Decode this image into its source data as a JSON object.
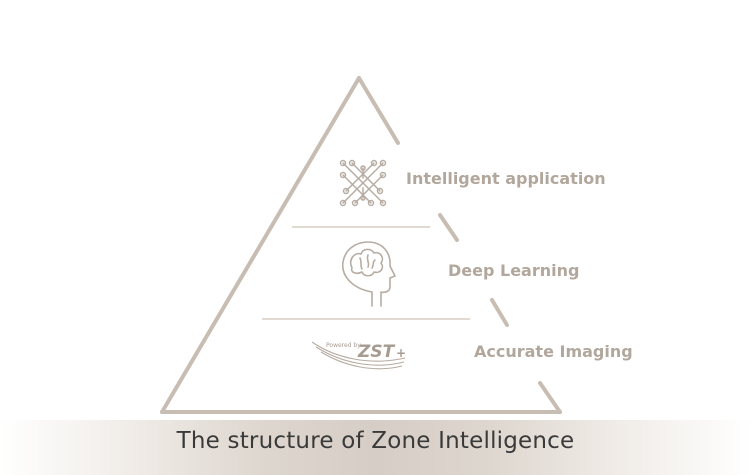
{
  "layers": [
    {
      "label": "Intelligent application",
      "icon": "circuit-icon"
    },
    {
      "label": "Deep Learning",
      "icon": "brain-head-icon"
    },
    {
      "label": "Accurate Imaging",
      "icon": "zst-logo-icon"
    }
  ],
  "logo": {
    "powered_by": "Powered by",
    "brand": "ZST",
    "suffix": "+"
  },
  "caption": "The structure of Zone Intelligence",
  "colors": {
    "stroke": "#c8bdb2",
    "label": "#b2a79c",
    "icon": "#b7aca2",
    "caption_text": "#3a3a3a"
  }
}
